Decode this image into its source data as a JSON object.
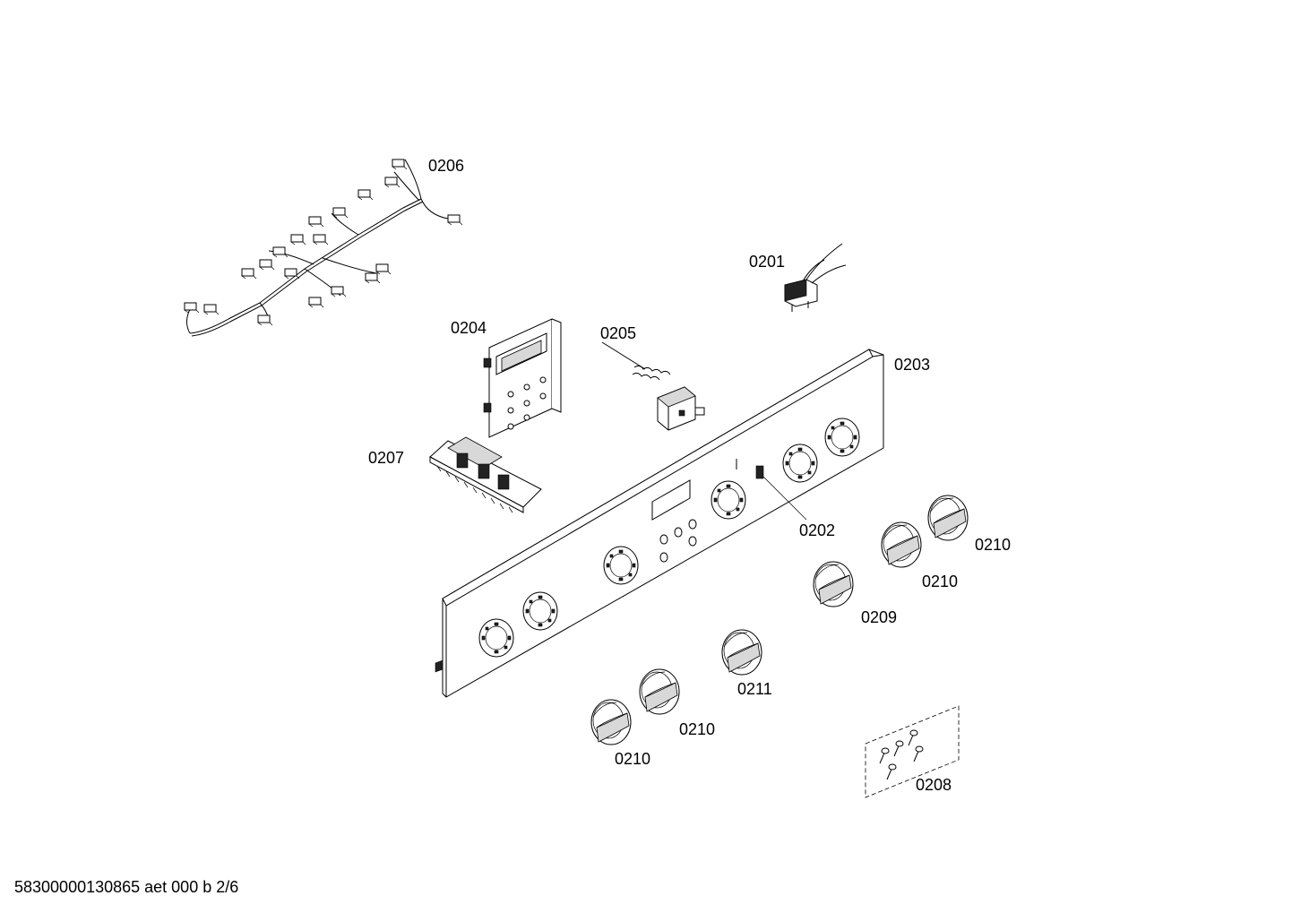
{
  "labels": {
    "p0201": "0201",
    "p0202": "0202",
    "p0203": "0203",
    "p0204": "0204",
    "p0205": "0205",
    "p0206": "0206",
    "p0207": "0207",
    "p0208": "0208",
    "p0209": "0209",
    "p0210a": "0210",
    "p0210b": "0210",
    "p0210c": "0210",
    "p0210d": "0210",
    "p0211": "0211"
  },
  "footer": {
    "drawing_id": "58300000130865 aet 000 b 2/6"
  }
}
